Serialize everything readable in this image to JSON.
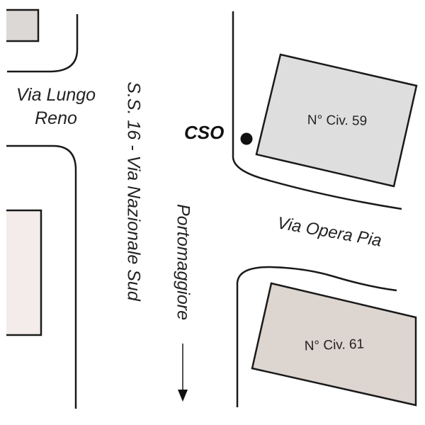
{
  "streets": {
    "lungo_reno_line1": "Via Lungo",
    "lungo_reno_line2": "Reno",
    "nazionale": "S.S. 16 - Via Nazionale Sud",
    "opera_pia": "Via Opera Pia"
  },
  "direction": {
    "label": "Portomaggiore"
  },
  "marker": {
    "label": "CSO"
  },
  "buildings": {
    "civ59": "N° Civ. 59",
    "civ61": "N° Civ. 61"
  },
  "colors": {
    "building_59": "#dedede",
    "building_61": "#ddd5cf",
    "building_top_left": "#dcd8d6",
    "building_left": "#f3ecea",
    "line": "#1a1a1a"
  }
}
